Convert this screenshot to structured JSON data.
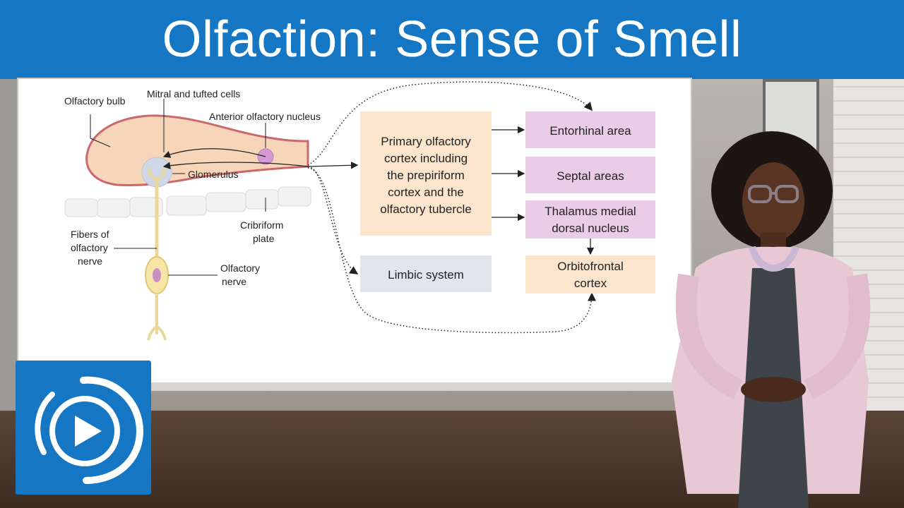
{
  "header": {
    "title": "Olfaction: Sense of Smell"
  },
  "anatomy": {
    "labels": {
      "olfactory_bulb": "Olfactory bulb",
      "mitral_tufted": "Mitral and tufted cells",
      "anterior_nucleus": "Anterior olfactory nucleus",
      "glomerulus": "Glomerulus",
      "fibers_line1": "Fibers of",
      "fibers_line2": "olfactory",
      "fibers_line3": "nerve",
      "cribriform_line1": "Cribriform",
      "cribriform_line2": "plate",
      "olfactory_nerve_line1": "Olfactory",
      "olfactory_nerve_line2": "nerve"
    }
  },
  "pathway": {
    "primary_cortex": [
      "Primary olfactory",
      "cortex including",
      "the prepiriform",
      "cortex and the",
      "olfactory tubercle"
    ],
    "limbic": "Limbic system",
    "entorhinal": "Entorhinal area",
    "septal": "Septal areas",
    "thalamus": [
      "Thalamus medial",
      "dorsal nucleus"
    ],
    "orbitofrontal": [
      "Orbitofrontal",
      "cortex"
    ]
  },
  "colors": {
    "title_bar": "#1576c4",
    "primary_box": "#fce5cd",
    "limbic_box": "#dfe6ee",
    "target_box": "#ebcce6",
    "orbitofrontal_box": "#fce5cd",
    "bulb_fill": "#f6d5b8",
    "bulb_stroke": "#c9696c"
  },
  "logo": {
    "icon": "play-circle-icon"
  }
}
